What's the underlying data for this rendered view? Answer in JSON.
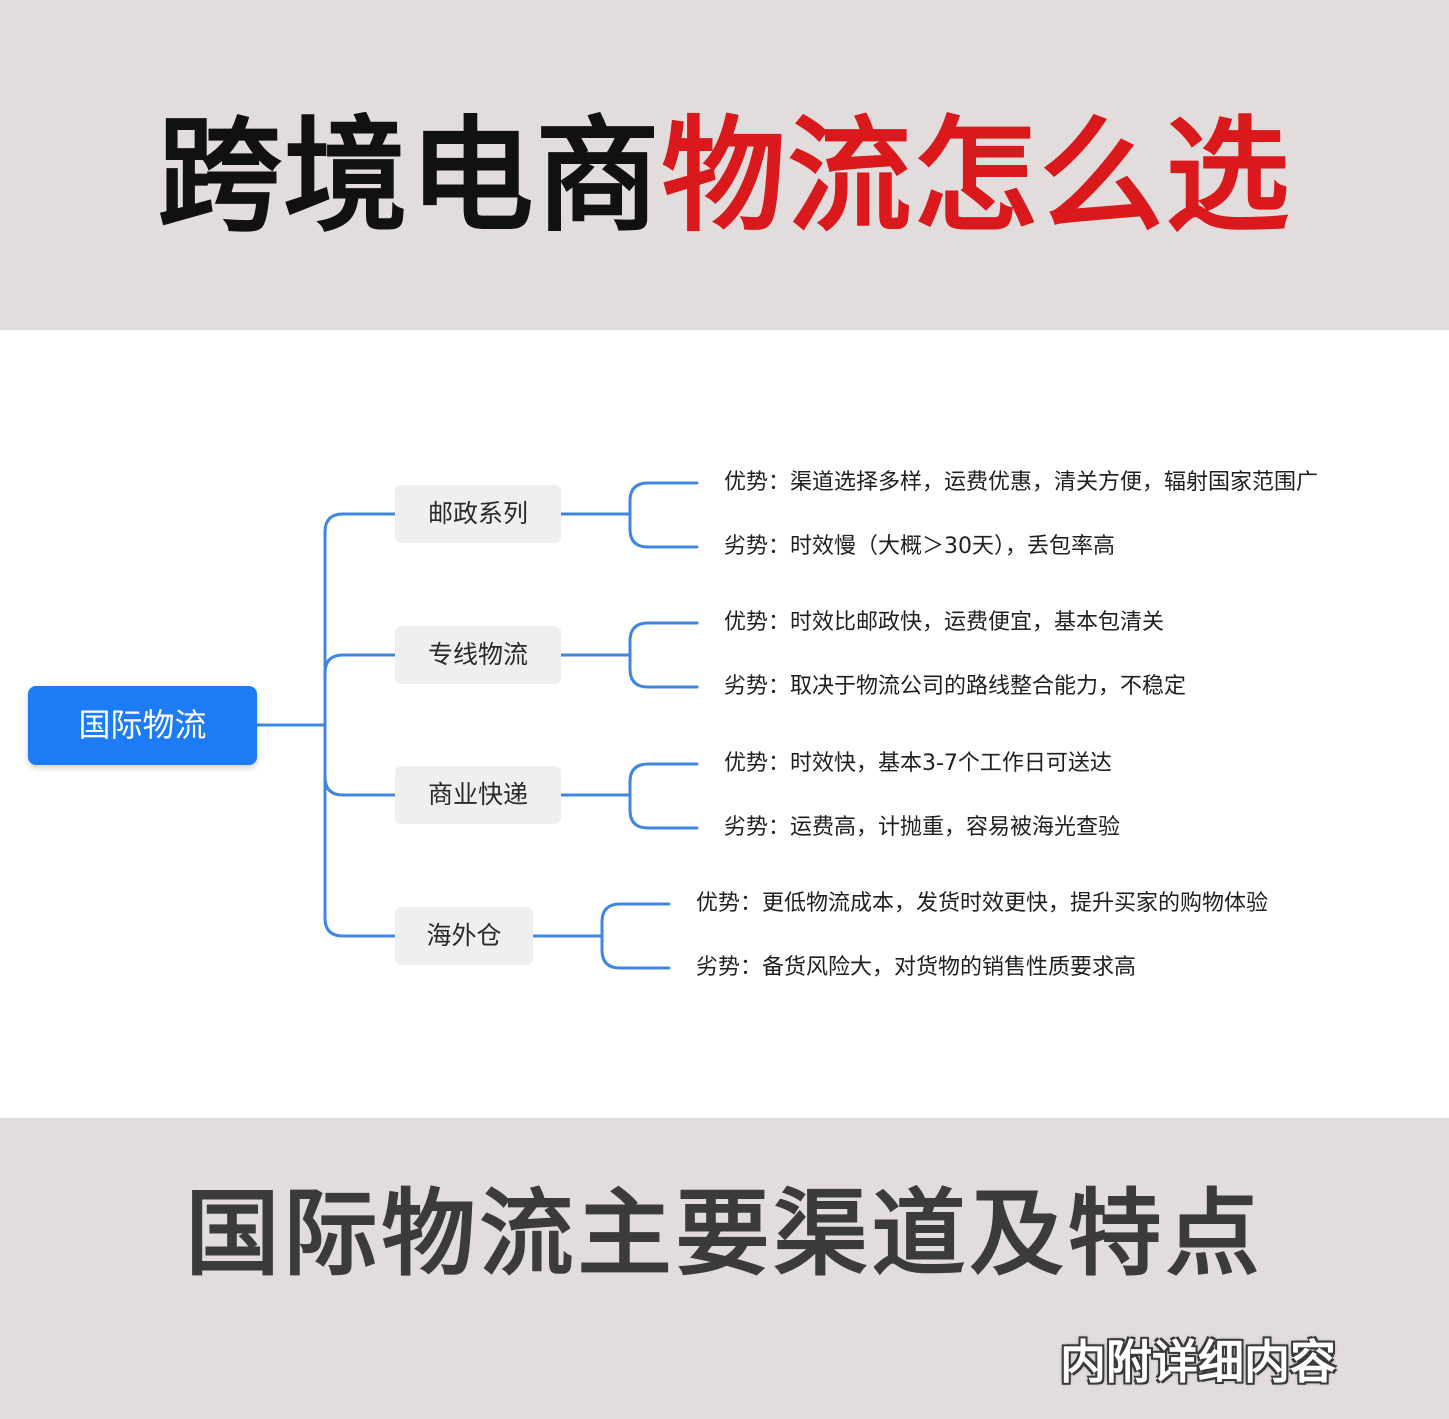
{
  "header": {
    "title_part1": "跨境电商",
    "title_part2": "物流怎么选"
  },
  "mindmap": {
    "root": "国际物流",
    "branches": [
      {
        "label": "邮政系列",
        "pros": "优势：渠道选择多样，运费优惠，清关方便，辐射国家范围广",
        "cons": "劣势：时效慢（大概＞30天），丢包率高"
      },
      {
        "label": "专线物流",
        "pros": "优势：时效比邮政快，运费便宜，基本包清关",
        "cons": "劣势：取决于物流公司的路线整合能力，不稳定"
      },
      {
        "label": "商业快递",
        "pros": "优势：时效快，基本3-7个工作日可送达",
        "cons": "劣势：运费高，计抛重，容易被海光查验"
      },
      {
        "label": "海外仓",
        "pros": "优势：更低物流成本，发货时效更快，提升买家的购物体验",
        "cons": "劣势：备货风险大，对货物的销售性质要求高"
      }
    ]
  },
  "footer": {
    "subtitle": "国际物流主要渠道及特点",
    "note": "内附详细内容"
  },
  "colors": {
    "accent": "#1b7cf5",
    "connector": "#3f86e0",
    "title_red": "#d9191c",
    "band": "#e2dcdc"
  }
}
